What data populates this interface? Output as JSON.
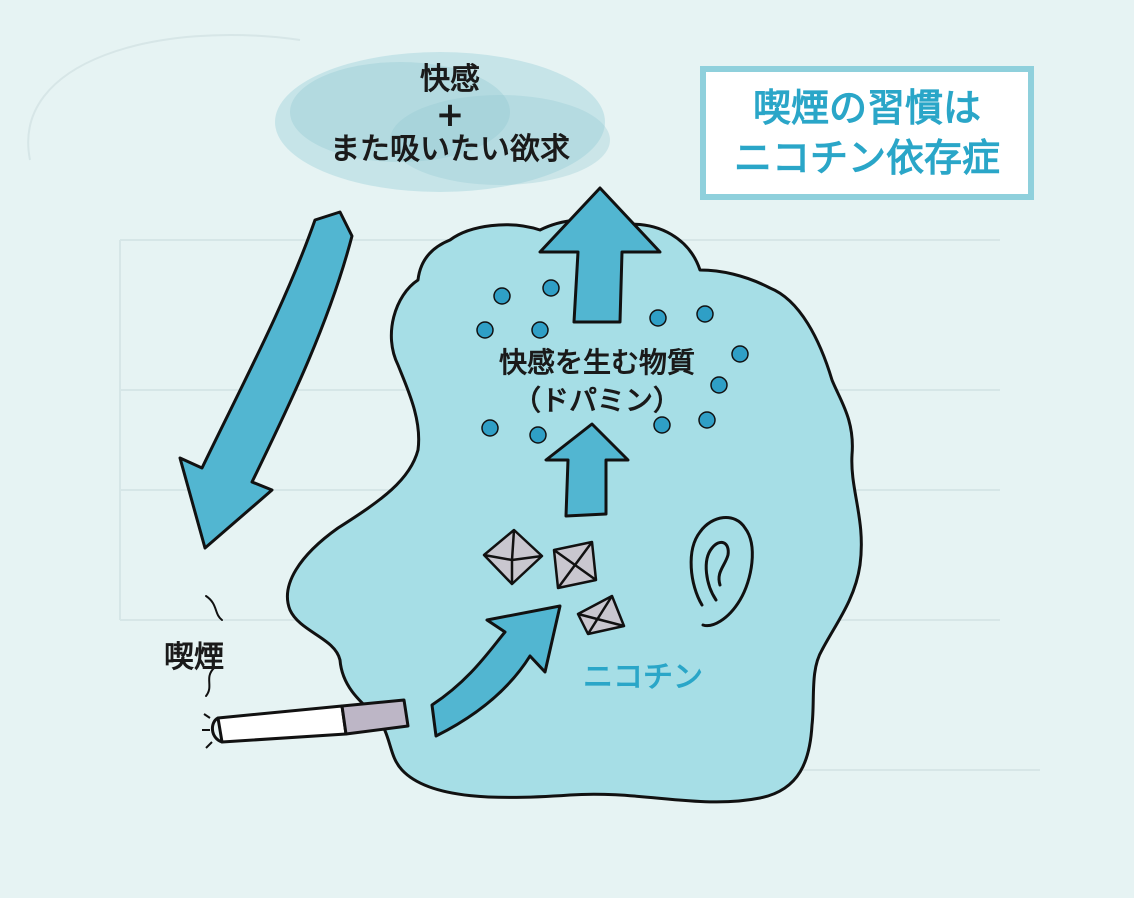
{
  "title": {
    "line1": "喫煙の習慣は",
    "line2": "ニコチン依存症"
  },
  "reward": {
    "line1": "快感",
    "plus": "+",
    "line2": "また吸いたい欲求"
  },
  "dopamine": {
    "line1": "快感を生む物質",
    "line2": "（ドパミン）"
  },
  "nicotine_label": "ニコチン",
  "smoking_label": "喫煙",
  "colors": {
    "background": "#e6f3f3",
    "head": "#a6dee6",
    "arrow": "#52b6d1",
    "dot": "#2f9fc6",
    "accent_text": "#2aa6c8",
    "title_border": "#8fd0dc"
  }
}
